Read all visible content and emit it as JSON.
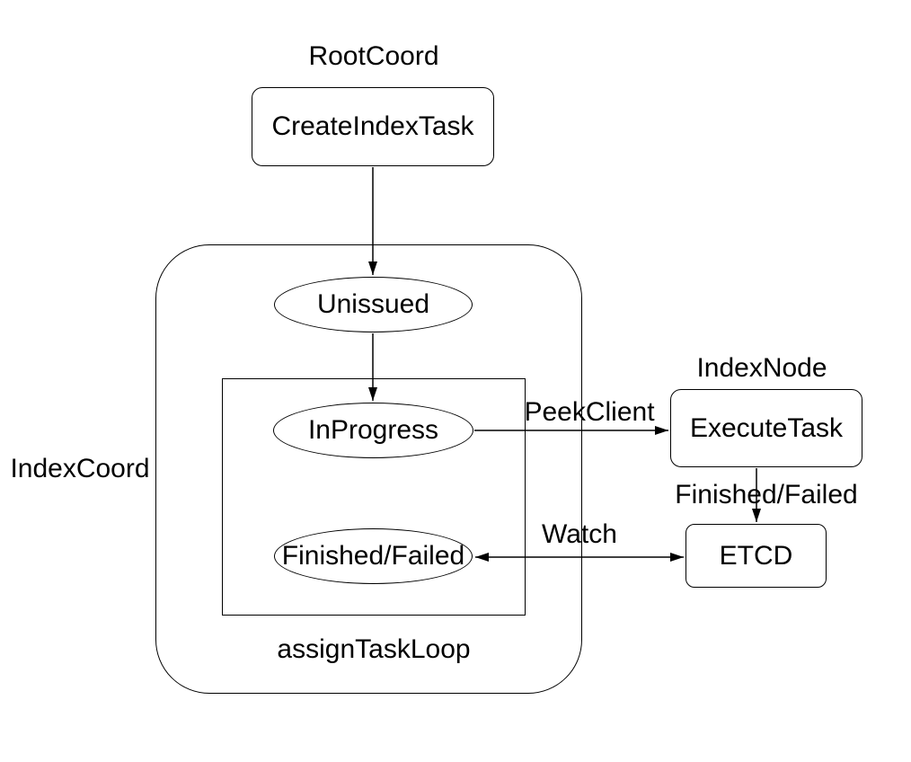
{
  "diagram": {
    "colors": {
      "background": "#ffffff",
      "stroke": "#000000",
      "text": "#000000"
    },
    "groups": {
      "root_coord": {
        "label": "RootCoord"
      },
      "index_coord": {
        "label": "IndexCoord"
      },
      "index_node": {
        "label": "IndexNode"
      },
      "assign_task_loop": {
        "label": "assignTaskLoop"
      }
    },
    "nodes": {
      "create_index_task": {
        "label": "CreateIndexTask",
        "shape": "rounded-rectangle"
      },
      "unissued": {
        "label": "Unissued",
        "shape": "ellipse"
      },
      "in_progress": {
        "label": "InProgress",
        "shape": "ellipse"
      },
      "finished_failed": {
        "label": "Finished/Failed",
        "shape": "ellipse"
      },
      "execute_task": {
        "label": "ExecuteTask",
        "shape": "rounded-rectangle"
      },
      "etcd": {
        "label": "ETCD",
        "shape": "rounded-rectangle"
      }
    },
    "edges": [
      {
        "from": "CreateIndexTask",
        "to": "Unissued",
        "label": "",
        "direction": "one-way"
      },
      {
        "from": "Unissued",
        "to": "InProgress",
        "label": "",
        "direction": "one-way"
      },
      {
        "from": "InProgress",
        "to": "ExecuteTask",
        "label": "PeekClient",
        "direction": "one-way"
      },
      {
        "from": "ExecuteTask",
        "to": "ETCD",
        "label": "Finished/Failed",
        "direction": "one-way"
      },
      {
        "from": "Finished/Failed",
        "to": "ETCD",
        "label": "Watch",
        "direction": "two-way"
      }
    ]
  }
}
